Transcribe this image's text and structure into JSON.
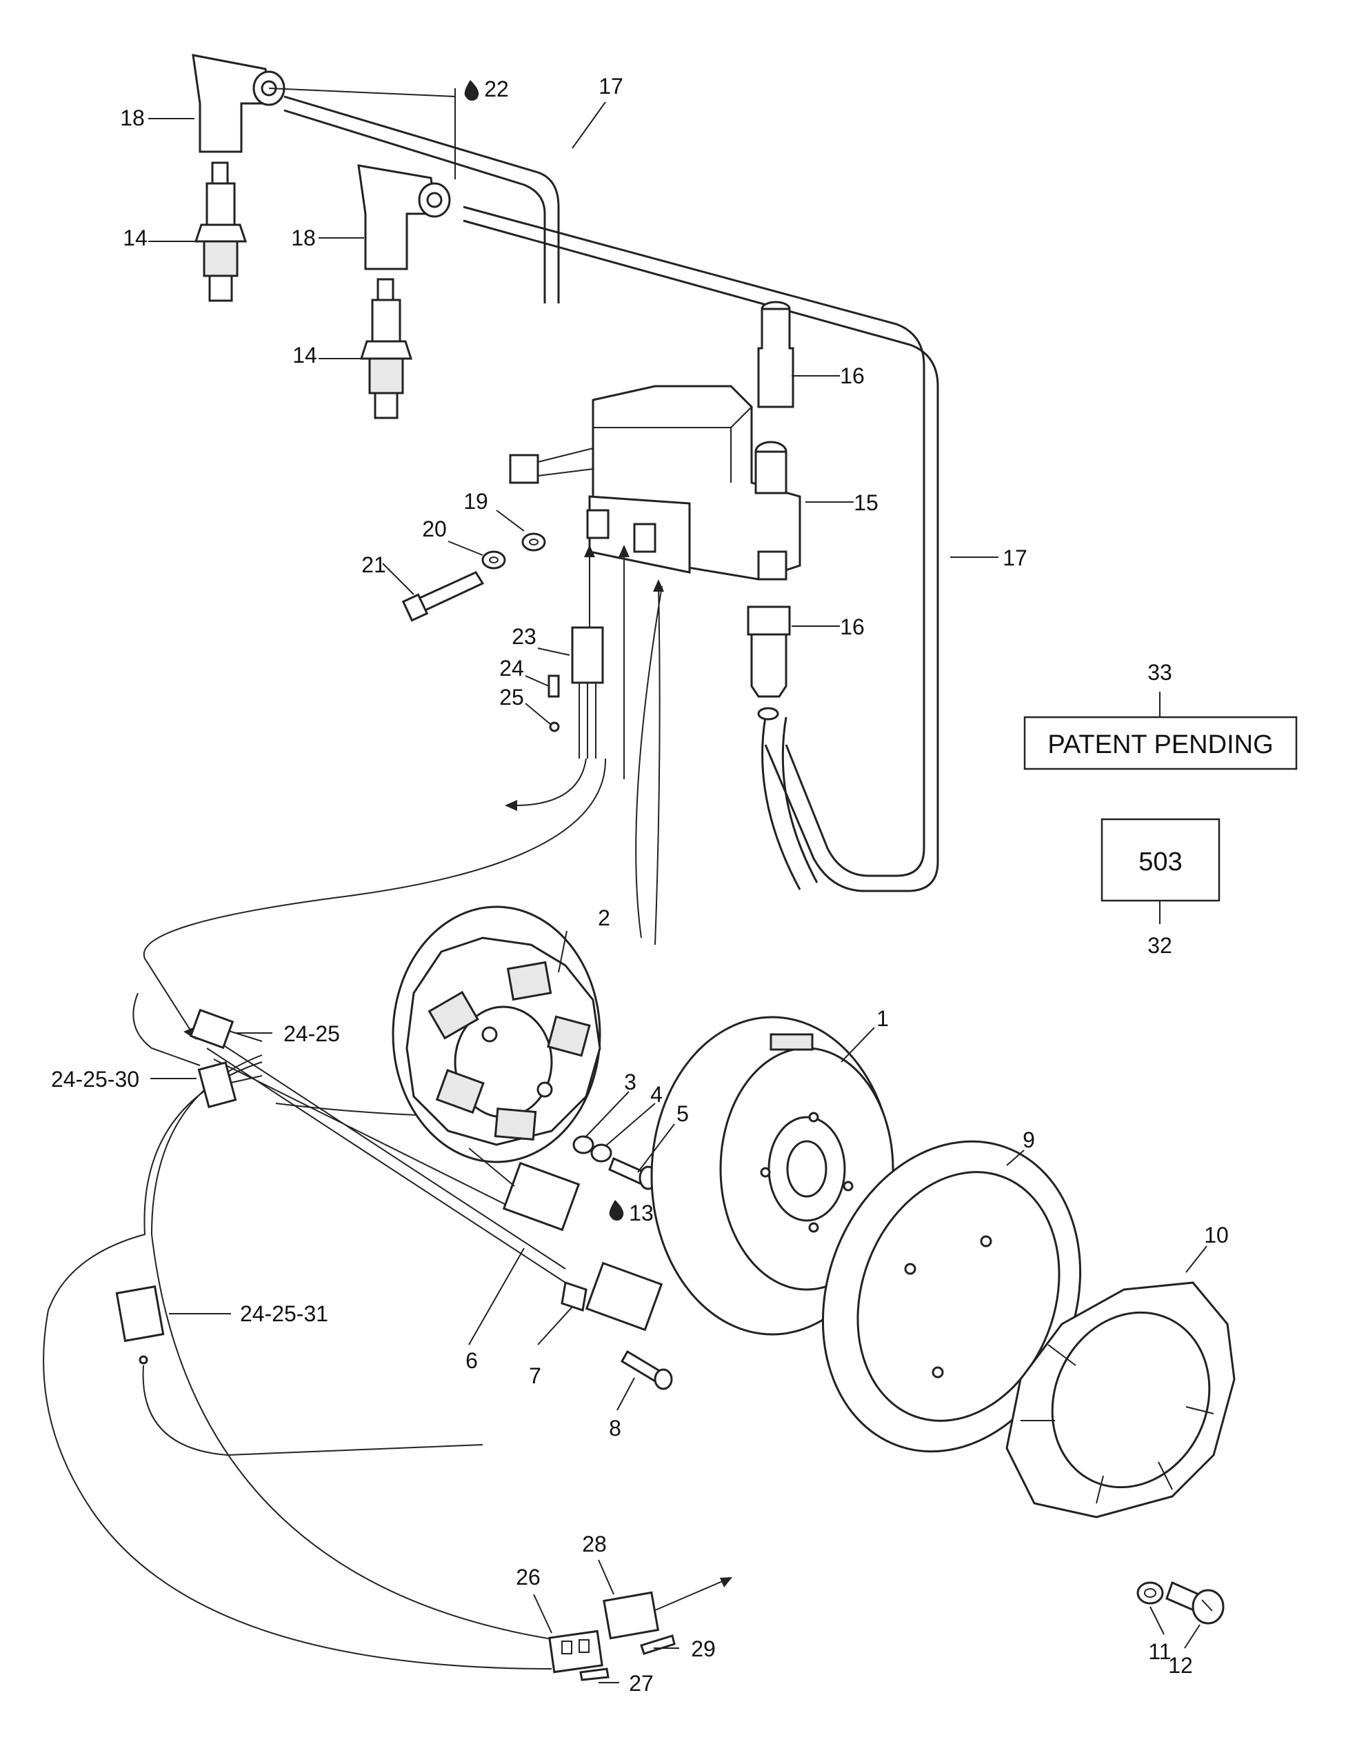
{
  "callouts": [
    {
      "id": "1",
      "text": "1"
    },
    {
      "id": "2",
      "text": "2"
    },
    {
      "id": "3",
      "text": "3"
    },
    {
      "id": "4",
      "text": "4"
    },
    {
      "id": "5",
      "text": "5"
    },
    {
      "id": "6",
      "text": "6"
    },
    {
      "id": "7",
      "text": "7"
    },
    {
      "id": "8",
      "text": "8"
    },
    {
      "id": "9",
      "text": "9"
    },
    {
      "id": "10",
      "text": "10"
    },
    {
      "id": "11",
      "text": "11"
    },
    {
      "id": "12",
      "text": "12"
    },
    {
      "id": "13",
      "text": "13"
    },
    {
      "id": "14a",
      "text": "14"
    },
    {
      "id": "14b",
      "text": "14"
    },
    {
      "id": "15",
      "text": "15"
    },
    {
      "id": "16a",
      "text": "16"
    },
    {
      "id": "16b",
      "text": "16"
    },
    {
      "id": "17a",
      "text": "17"
    },
    {
      "id": "17b",
      "text": "17"
    },
    {
      "id": "18a",
      "text": "18"
    },
    {
      "id": "18b",
      "text": "18"
    },
    {
      "id": "19",
      "text": "19"
    },
    {
      "id": "20",
      "text": "20"
    },
    {
      "id": "21",
      "text": "21"
    },
    {
      "id": "22",
      "text": "22"
    },
    {
      "id": "23",
      "text": "23"
    },
    {
      "id": "24",
      "text": "24"
    },
    {
      "id": "25",
      "text": "25"
    },
    {
      "id": "24-25",
      "text": "24-25"
    },
    {
      "id": "24-25-30",
      "text": "24-25-30"
    },
    {
      "id": "24-25-31",
      "text": "24-25-31"
    },
    {
      "id": "26",
      "text": "26"
    },
    {
      "id": "27",
      "text": "27"
    },
    {
      "id": "28",
      "text": "28"
    },
    {
      "id": "29",
      "text": "29"
    },
    {
      "id": "32",
      "text": "32"
    },
    {
      "id": "33",
      "text": "33"
    }
  ],
  "boxes": {
    "patent_label": "PATENT PENDING",
    "engine_code": "503"
  },
  "icons": {
    "sealant_drop": "sealant-drop-icon"
  },
  "colors": {
    "ink": "#222222",
    "paper": "#ffffff"
  }
}
